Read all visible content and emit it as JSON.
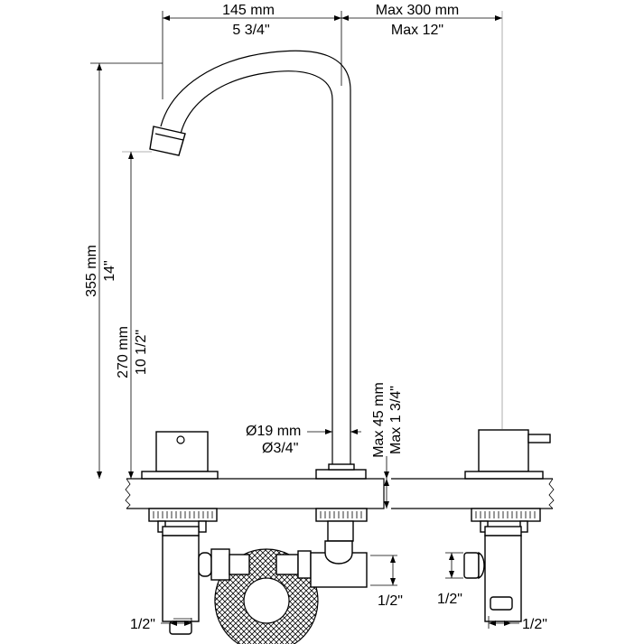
{
  "dimensions": {
    "spout_reach_mm": "145 mm",
    "spout_reach_in": "5 3/4\"",
    "spread_mm": "Max 300 mm",
    "spread_in": "Max 12\"",
    "total_height_mm": "355 mm",
    "total_height_in": "14\"",
    "spout_height_mm": "270 mm",
    "spout_height_in": "10 1/2\"",
    "spout_dia_mm": "Ø19 mm",
    "spout_dia_in": "Ø3/4\"",
    "deck_thickness_mm": "Max 45 mm",
    "deck_thickness_in": "Max 1 3/4\"",
    "connection_left": "1/2\"",
    "connection_center": "1/2\"",
    "connection_right_side": "1/2\"",
    "connection_right_bottom": "1/2\""
  }
}
